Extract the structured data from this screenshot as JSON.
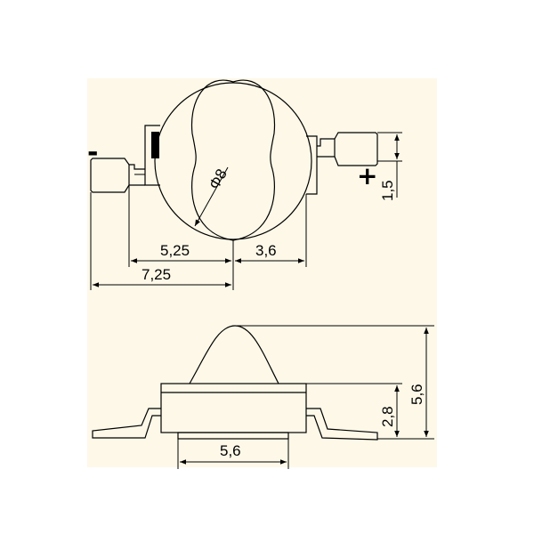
{
  "top_view": {
    "minus_label": "-",
    "plus_label": "+",
    "diameter_label": "Φ8",
    "dim_5_25": "5,25",
    "dim_3_6": "3,6",
    "dim_7_25": "7,25",
    "dim_1_5": "1,5"
  },
  "side_view": {
    "dim_5_6_bottom": "5,6",
    "dim_2_8": "2,8",
    "dim_5_6_height": "5,6"
  },
  "colors": {
    "background": "#ffffff",
    "panel": "#fdf8e8",
    "line": "#000000"
  }
}
